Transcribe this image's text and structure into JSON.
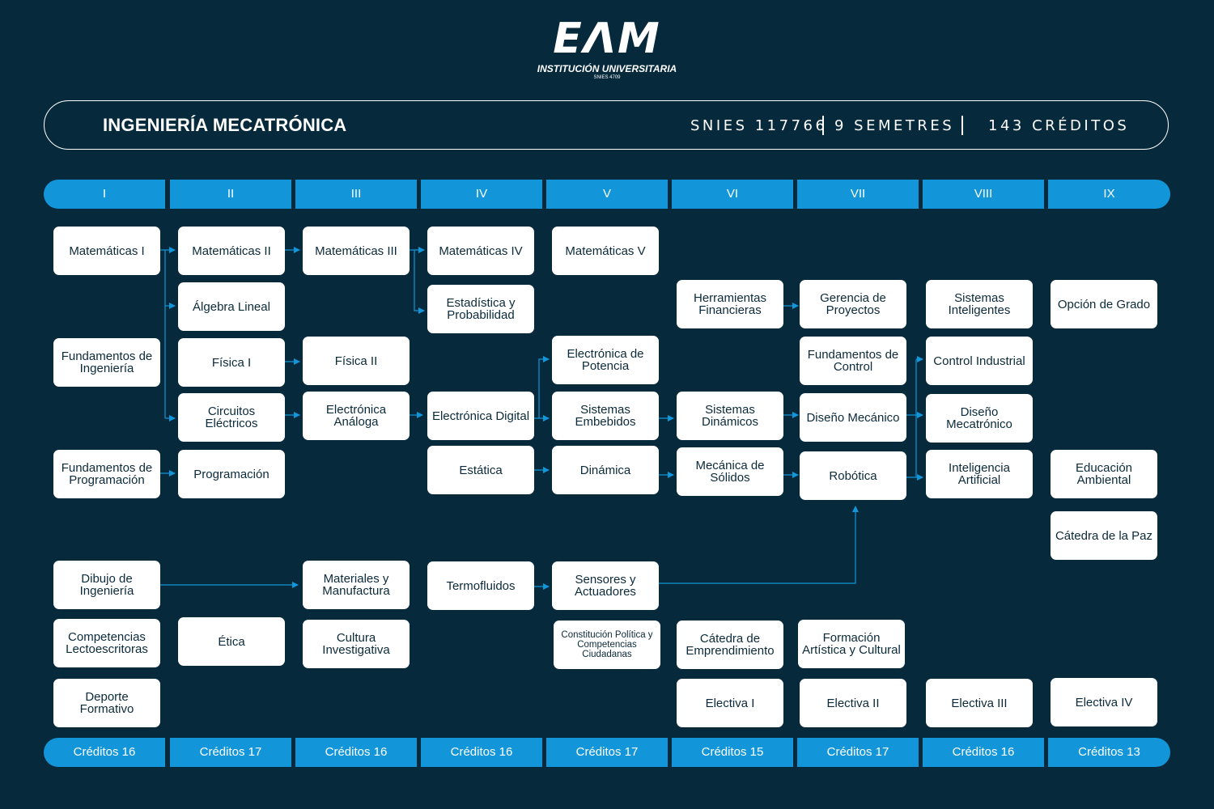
{
  "logo": {
    "mark": "EΛM",
    "subtitle": "INSTITUCIÓN UNIVERSITARIA",
    "snies": "SNIES 4709"
  },
  "header": {
    "program": "INGENIERÍA  MECATRÓNICA",
    "snies": "SNIES 117766",
    "semesters": "9 SEMETRES",
    "credits": "143 CRÉDITOS"
  },
  "semesters": [
    "I",
    "II",
    "III",
    "IV",
    "V",
    "VI",
    "VII",
    "VIII",
    "IX"
  ],
  "credits": [
    "Créditos 16",
    "Créditos 17",
    "Créditos 16",
    "Créditos 16",
    "Créditos 17",
    "Créditos 15",
    "Créditos 17",
    "Créditos 16",
    "Créditos 13"
  ],
  "courses": {
    "mat1": "Matemáticas I",
    "fund_ing": "Fundamentos de Ingeniería",
    "fund_prog": "Fundamentos de Programación",
    "dibujo": "Dibujo de Ingeniería",
    "competencias": "Competencias Lectoescritoras",
    "deporte": "Deporte Formativo",
    "mat2": "Matemáticas II",
    "algebra": "Álgebra Lineal",
    "fisica1": "Física I",
    "circuitos": "Circuitos Eléctricos",
    "programacion": "Programación",
    "etica": "Ética",
    "mat3": "Matemáticas III",
    "fisica2": "Física II",
    "elec_analoga": "Electrónica Análoga",
    "materiales": "Materiales y Manufactura",
    "cultura": "Cultura Investigativa",
    "mat4": "Matemáticas IV",
    "estadistica": "Estadística y Probabilidad",
    "elec_digital": "Electrónica Digital",
    "estatica": "Estática",
    "termofluidos": "Termofluidos",
    "mat5": "Matemáticas V",
    "elec_potencia": "Electrónica de Potencia",
    "embebidos": "Sistemas Embebidos",
    "dinamica": "Dinámica",
    "sensores": "Sensores y Actuadores",
    "constitucion": "Constitución Política y Competencias Ciudadanas",
    "herramientas": "Herramientas Financieras",
    "sis_dinamicos": "Sistemas Dinámicos",
    "mec_solidos": "Mecánica de Sólidos",
    "emprendimiento": "Cátedra de Emprendimiento",
    "electiva1": "Electiva I",
    "gerencia": "Gerencia de Proyectos",
    "fund_control": "Fundamentos de Control",
    "diseno_mec": "Diseño Mecánico",
    "robotica": "Robótica",
    "formacion": "Formación Artística y Cultural",
    "electiva2": "Electiva II",
    "sis_inteligentes": "Sistemas Inteligentes",
    "control_ind": "Control Industrial",
    "diseno_mecatr": "Diseño Mecatrónico",
    "ia": "Inteligencia Artificial",
    "electiva3": "Electiva III",
    "opcion_grado": "Opción de Grado",
    "educacion_amb": "Educación Ambiental",
    "catedra_paz": "Cátedra de la Paz",
    "electiva4": "Electiva IV"
  },
  "colors": {
    "background": "#062a3c",
    "accent": "#1296d9",
    "box": "#ffffff",
    "box_text": "#0b2a3a"
  }
}
